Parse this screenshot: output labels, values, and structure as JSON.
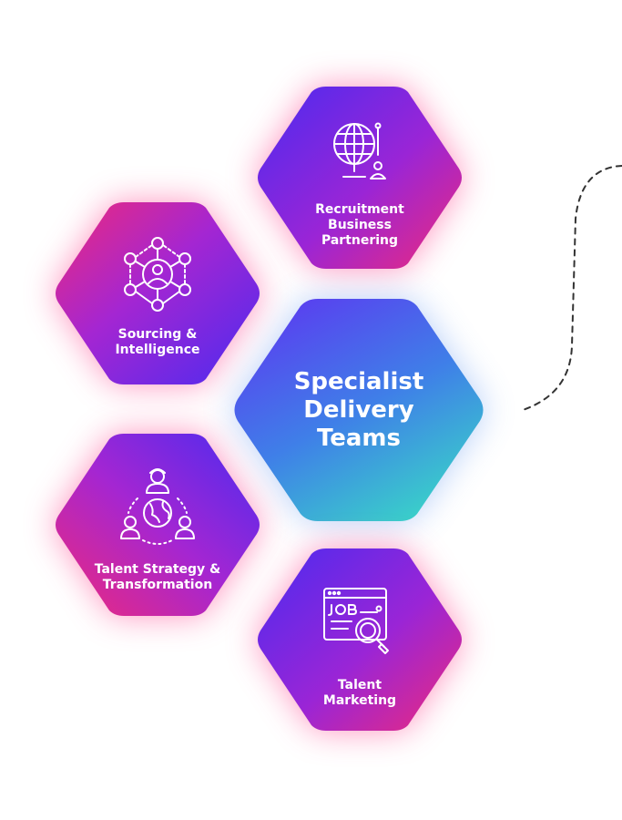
{
  "diagram": {
    "center": {
      "label": "Specialist\nDelivery\nTeams",
      "gradient": [
        "#5a3df0",
        "#3f7fe8",
        "#39d6c7"
      ]
    },
    "nodes": [
      {
        "id": "recruitment",
        "label": "Recruitment\nBusiness\nPartnering",
        "icon": "globe-network-icon"
      },
      {
        "id": "sourcing",
        "label": "Sourcing &\nIntelligence",
        "icon": "people-network-icon"
      },
      {
        "id": "talent-strategy",
        "label": "Talent Strategy &\nTransformation",
        "icon": "global-team-icon"
      },
      {
        "id": "talent-marketing",
        "label": "Talent\nMarketing",
        "icon": "job-search-icon"
      }
    ],
    "colors": {
      "pink": "#ee2a7b",
      "purple": "#8a2be2",
      "blue_violet": "#4b2bf0",
      "glow_pink": "#ff3d8a",
      "connector": "#333333"
    }
  }
}
